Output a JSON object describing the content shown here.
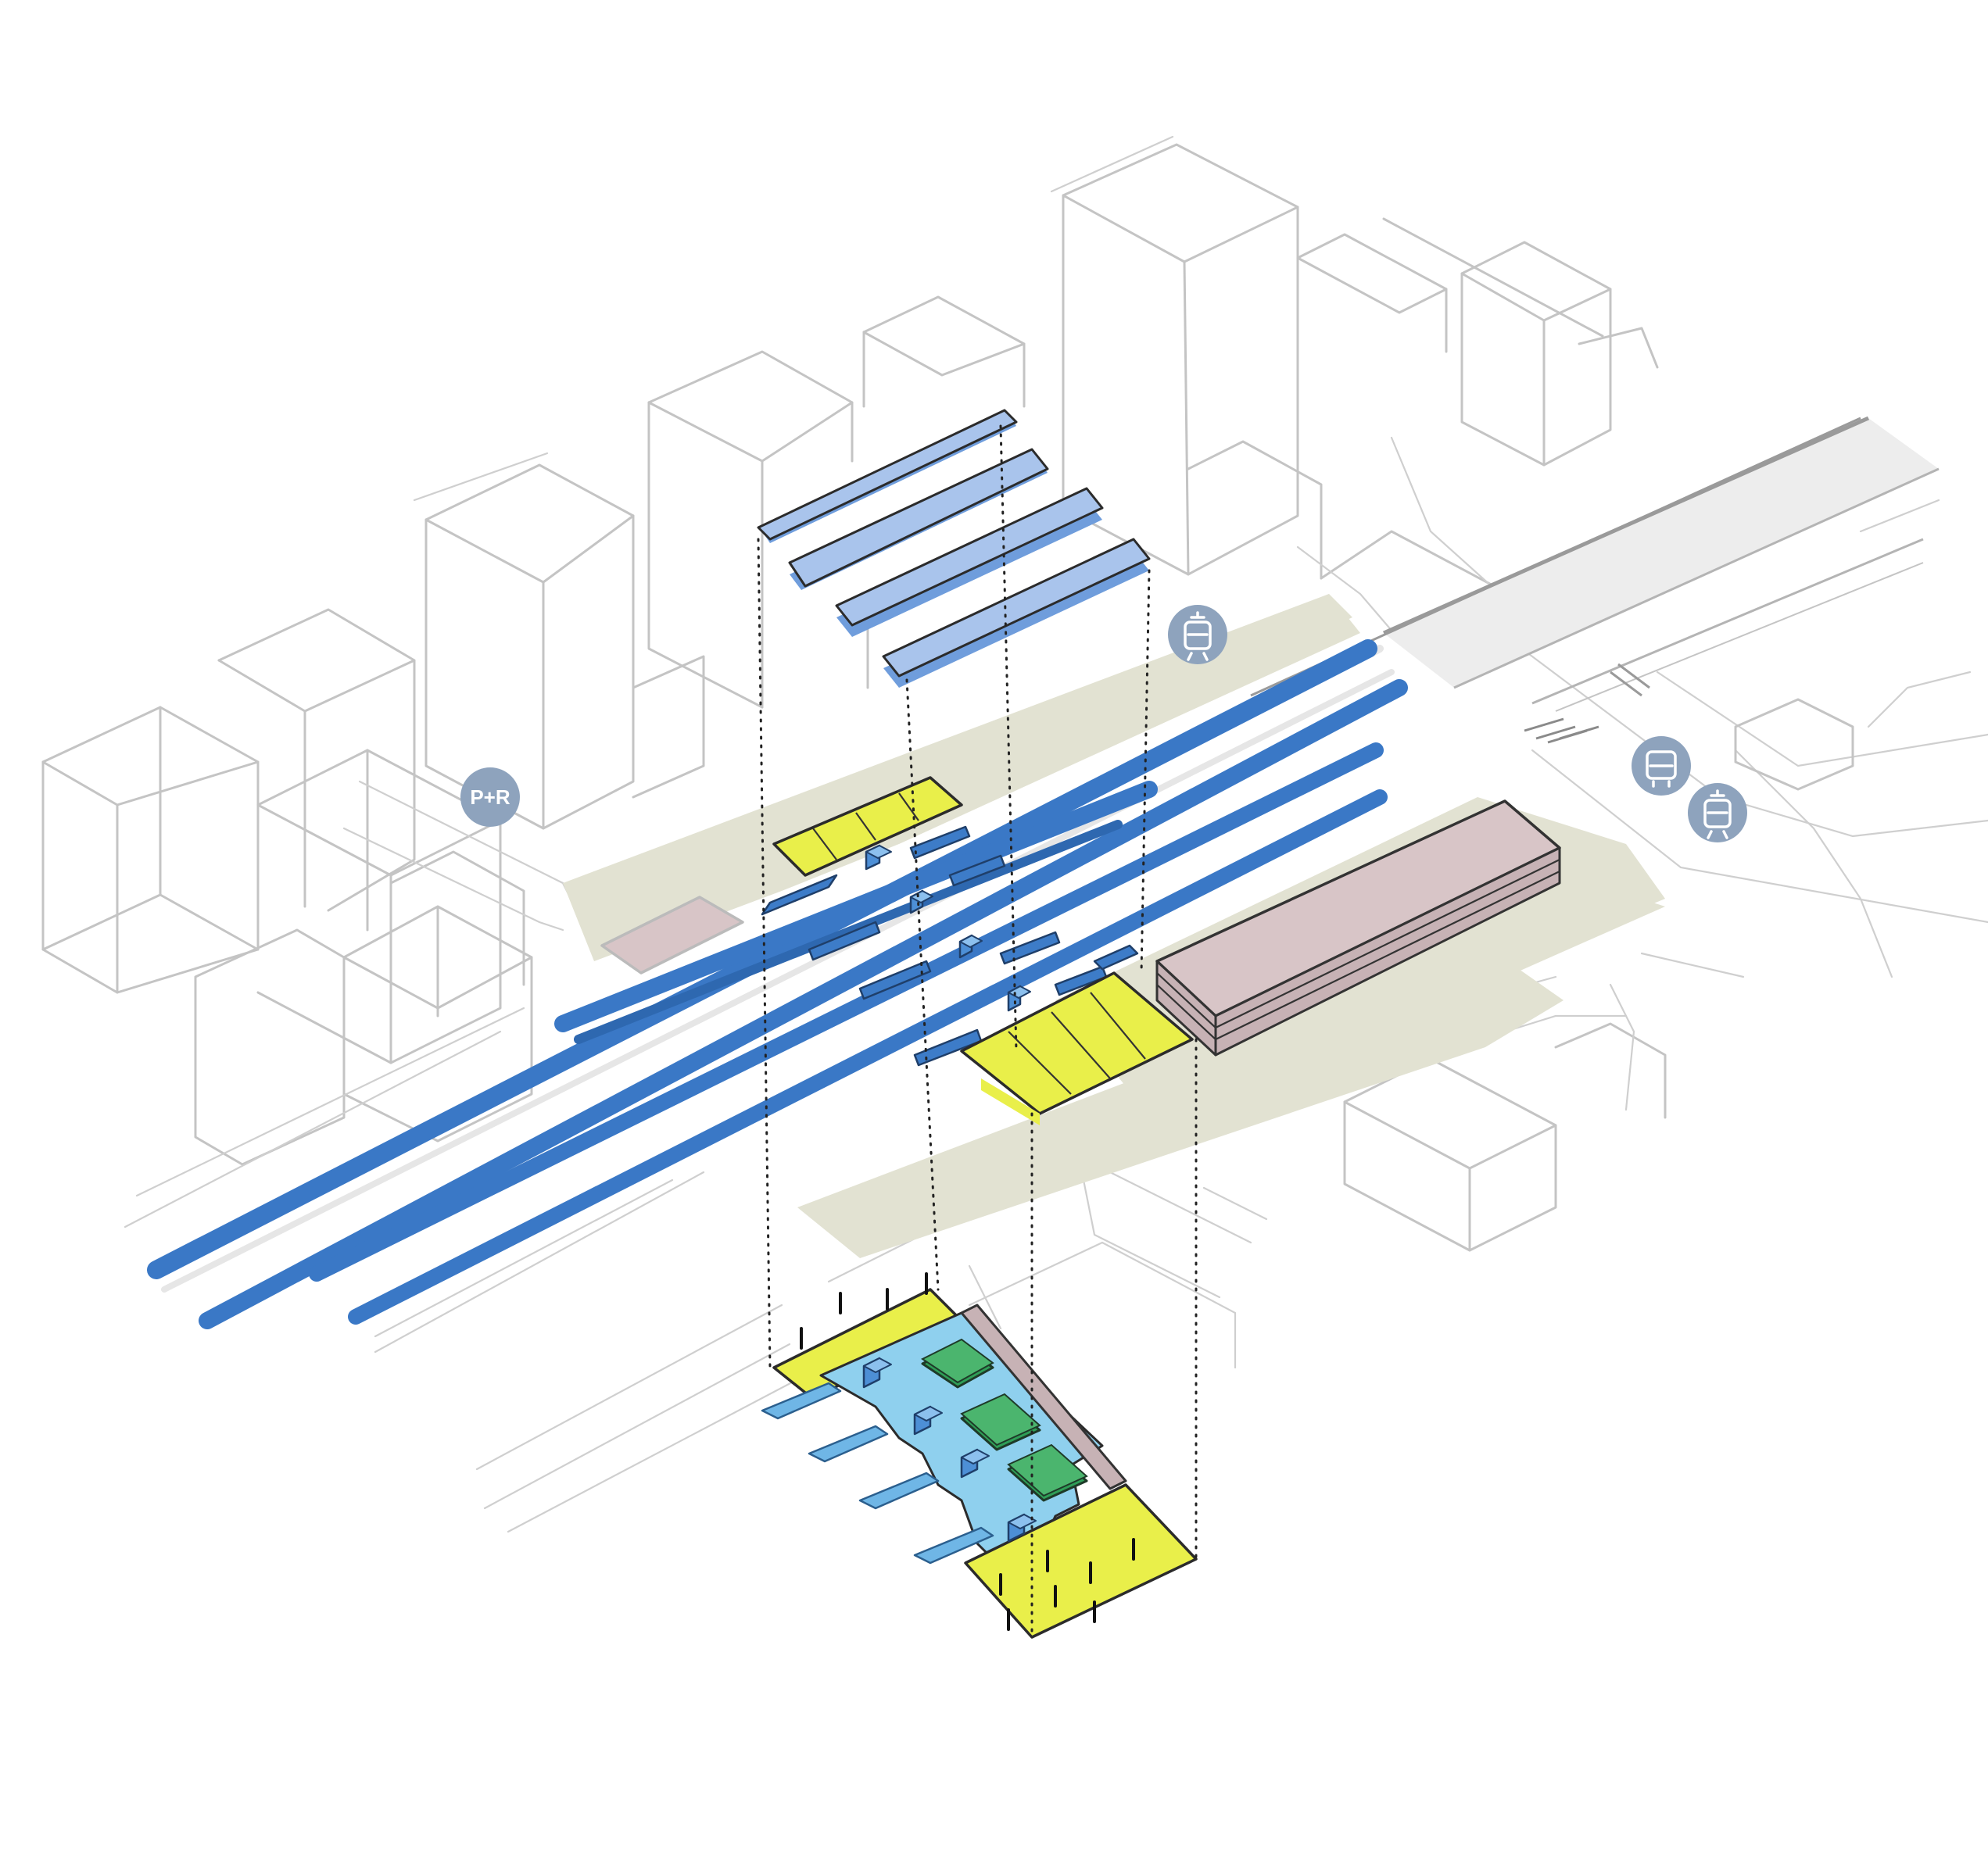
{
  "diagram": {
    "kind": "exploded axonometric station diagram",
    "badges": [
      {
        "id": "pr",
        "label": "P+R",
        "icon": "park-and-ride-icon"
      },
      {
        "id": "tram-north",
        "label": "",
        "icon": "tram-icon"
      },
      {
        "id": "bus-east",
        "label": "",
        "icon": "bus-icon"
      },
      {
        "id": "tram-east",
        "label": "",
        "icon": "tram-icon"
      }
    ],
    "colors": {
      "track": "#3a78c6",
      "canopy": "#a9c4ec",
      "concourse": "#8fd0ee",
      "retail": "#2f9e57",
      "plaza_yellow": "#e9ef4a",
      "building_mauve": "#d8c5c7",
      "ground_beige": "#e2e2d2",
      "context_lines": "#c4c4c4",
      "badge": "#8ea3bd"
    }
  }
}
